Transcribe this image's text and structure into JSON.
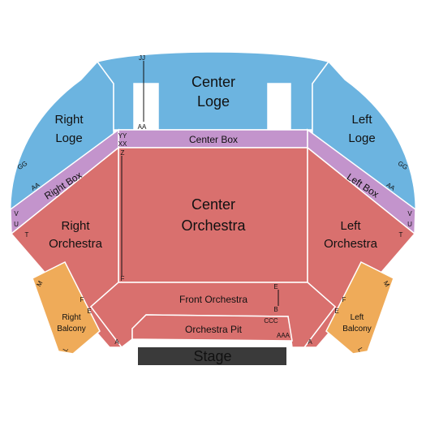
{
  "colors": {
    "loge": "#6cb4e0",
    "box": "#c394cc",
    "orchestra": "#d9706e",
    "balcony": "#efab59",
    "stage": "#3a3a3a",
    "stage_text": "#ffffff",
    "outline": "#ffffff"
  },
  "sections": {
    "center_loge": {
      "line1": "Center",
      "line2": "Loge"
    },
    "right_loge": {
      "line1": "Right",
      "line2": "Loge"
    },
    "left_loge": {
      "line1": "Left",
      "line2": "Loge"
    },
    "center_box": "Center Box",
    "right_box": "Right Box",
    "left_box": "Left Box",
    "center_orchestra": {
      "line1": "Center",
      "line2": "Orchestra"
    },
    "right_orchestra": {
      "line1": "Right",
      "line2": "Orchestra"
    },
    "left_orchestra": {
      "line1": "Left",
      "line2": "Orchestra"
    },
    "front_orchestra": "Front Orchestra",
    "orchestra_pit": "Orchestra Pit",
    "right_balcony": {
      "line1": "Right",
      "line2": "Balcony"
    },
    "left_balcony": {
      "line1": "Left",
      "line2": "Balcony"
    },
    "stage": "Stage"
  },
  "row_labels": {
    "center_loge_top": "JJ",
    "center_loge_bottom": "AA",
    "right_loge_gg": "GG",
    "right_loge_aa": "AA",
    "left_loge_gg": "GG",
    "left_loge_aa": "AA",
    "center_box_yy": "YY",
    "center_box_xx": "XX",
    "center_orch_z": "Z",
    "center_orch_f": "F",
    "right_box_v": "V",
    "right_box_u": "U",
    "left_box_v": "V",
    "left_box_u": "U",
    "right_orch_t": "T",
    "right_orch_f": "F",
    "right_orch_e": "E",
    "right_orch_a": "A",
    "left_orch_t": "T",
    "left_orch_f": "F",
    "left_orch_e": "E",
    "left_orch_a": "A",
    "front_e": "E",
    "front_b": "B",
    "pit_ccc": "CCC",
    "pit_aaa": "AAA",
    "right_balc_m": "M",
    "right_balc_l": "L",
    "left_balc_m": "M",
    "left_balc_l": "L"
  }
}
